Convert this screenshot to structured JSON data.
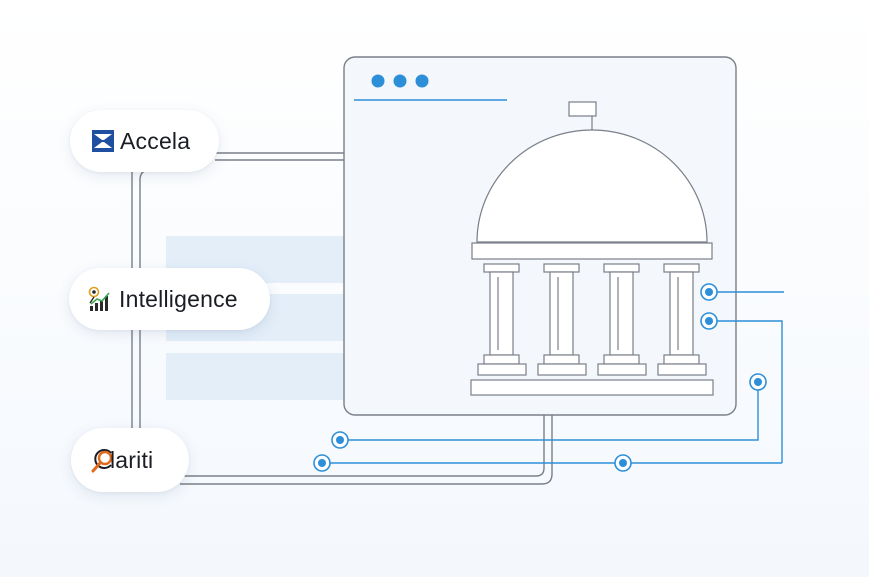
{
  "integrations": [
    {
      "name": "Accela",
      "logo": "accela-logo"
    },
    {
      "name": "Intelligence",
      "logo": "intelligence-logo"
    },
    {
      "name": "Clariti",
      "logo": "clariti-logo"
    }
  ],
  "colors": {
    "accent": "#2d8fd8",
    "line": "#7a7f88",
    "window_fill": "#f4f7fb",
    "grid_fill": "#e3eef9",
    "accela_blue": "#1f4fa0",
    "clariti_orange": "#e06a1c"
  }
}
